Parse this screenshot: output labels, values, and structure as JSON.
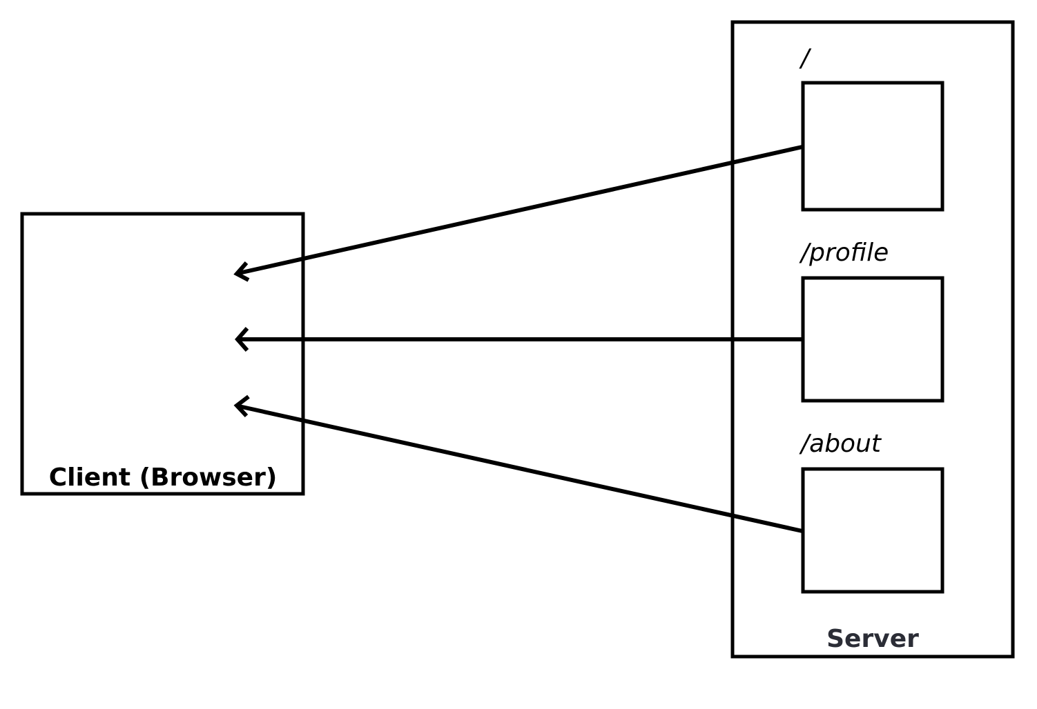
{
  "client": {
    "label": "Client (Browser)"
  },
  "server": {
    "label": "Server",
    "label_color": "#2b2d36"
  },
  "routes": [
    {
      "path": "/"
    },
    {
      "path": "/profile"
    },
    {
      "path": "/about"
    }
  ],
  "colors": {
    "stroke": "#000000",
    "background": "#ffffff"
  }
}
